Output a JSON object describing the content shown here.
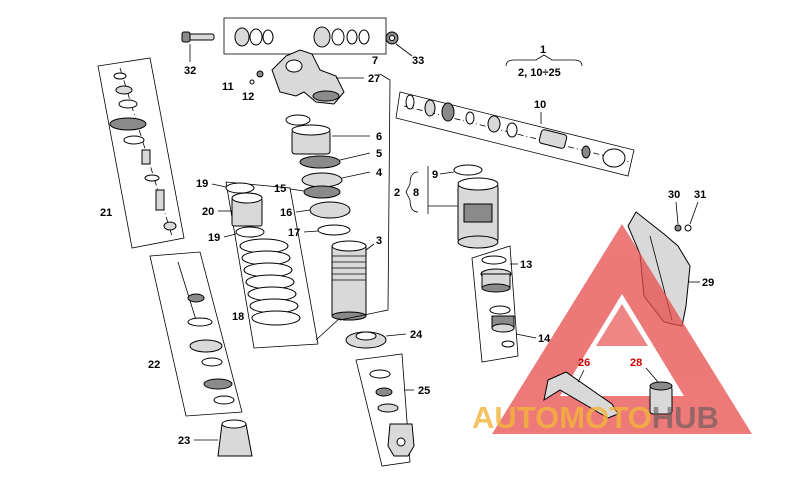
{
  "callouts": {
    "c1": "1",
    "c1_sub": "2, 10÷25",
    "c2": "2",
    "c3": "3",
    "c4": "4",
    "c5": "5",
    "c6": "6",
    "c7": "7",
    "c8": "8",
    "c9": "9",
    "c10": "10",
    "c11": "11",
    "c12": "12",
    "c13": "13",
    "c14": "14",
    "c15": "15",
    "c16": "16",
    "c17": "17",
    "c18": "18",
    "c19a": "19",
    "c19b": "19",
    "c20": "20",
    "c21": "21",
    "c22": "22",
    "c23": "23",
    "c24": "24",
    "c25": "25",
    "c26": "26",
    "c27": "27",
    "c28": "28",
    "c29": "29",
    "c30": "30",
    "c31": "31",
    "c32": "32",
    "c33": "33"
  },
  "watermark": {
    "part1": "AUTOMOTO",
    "part2": "HUB",
    "color_primary": "#f2b43a",
    "color_secondary": "#5a5a5a",
    "triangle_color": "#e84c4c"
  }
}
